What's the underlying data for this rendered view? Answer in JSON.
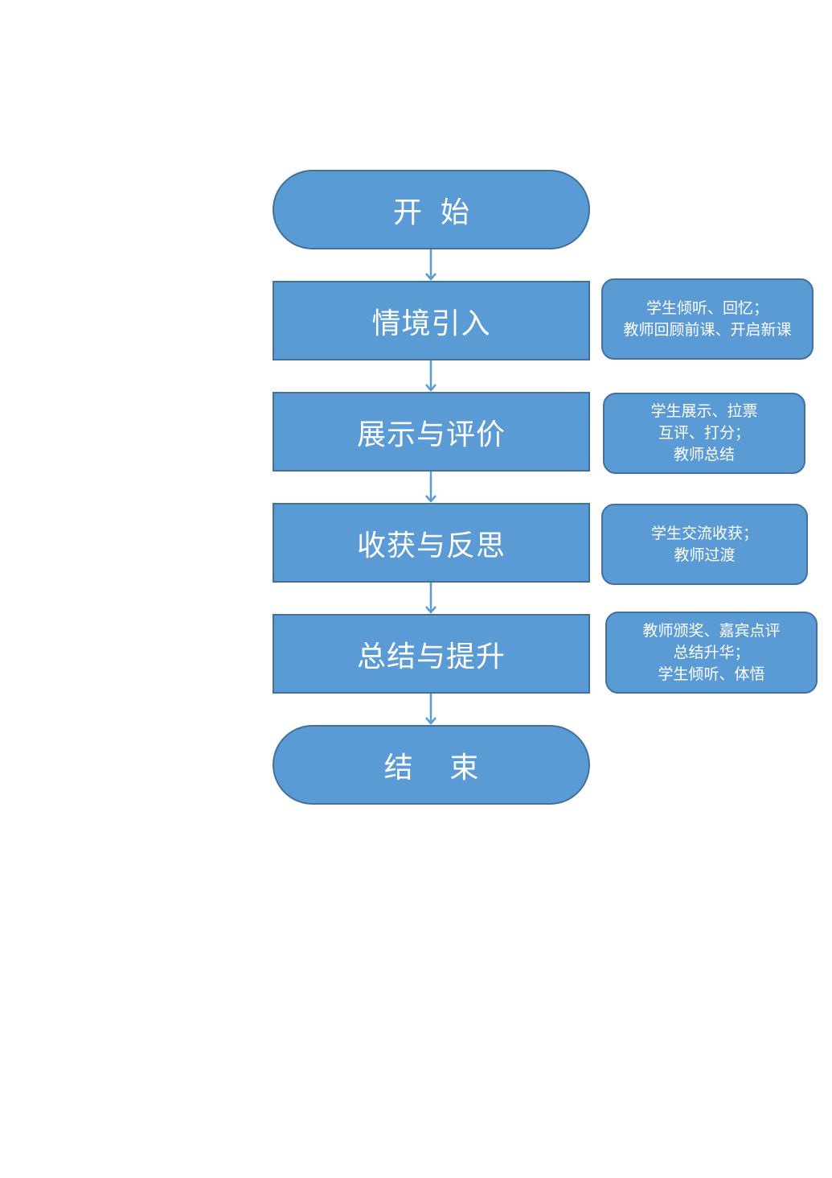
{
  "flow": {
    "start": "开  始",
    "steps": [
      "情境引入",
      "展示与评价",
      "收获与反思",
      "总结与提升"
    ],
    "end": "结    束"
  },
  "notes": [
    [
      "学生倾听、回忆；",
      "教师回顾前课、开启新课"
    ],
    [
      "学生展示、拉票",
      "互评、打分；",
      "教师总结"
    ],
    [
      "学生交流收获；",
      "教师过渡"
    ],
    [
      "教师颁奖、嘉宾点评",
      "总结升华；",
      "学生倾听、体悟"
    ]
  ],
  "colors": {
    "fill": "#5b9bd5",
    "stroke": "#41719c"
  }
}
